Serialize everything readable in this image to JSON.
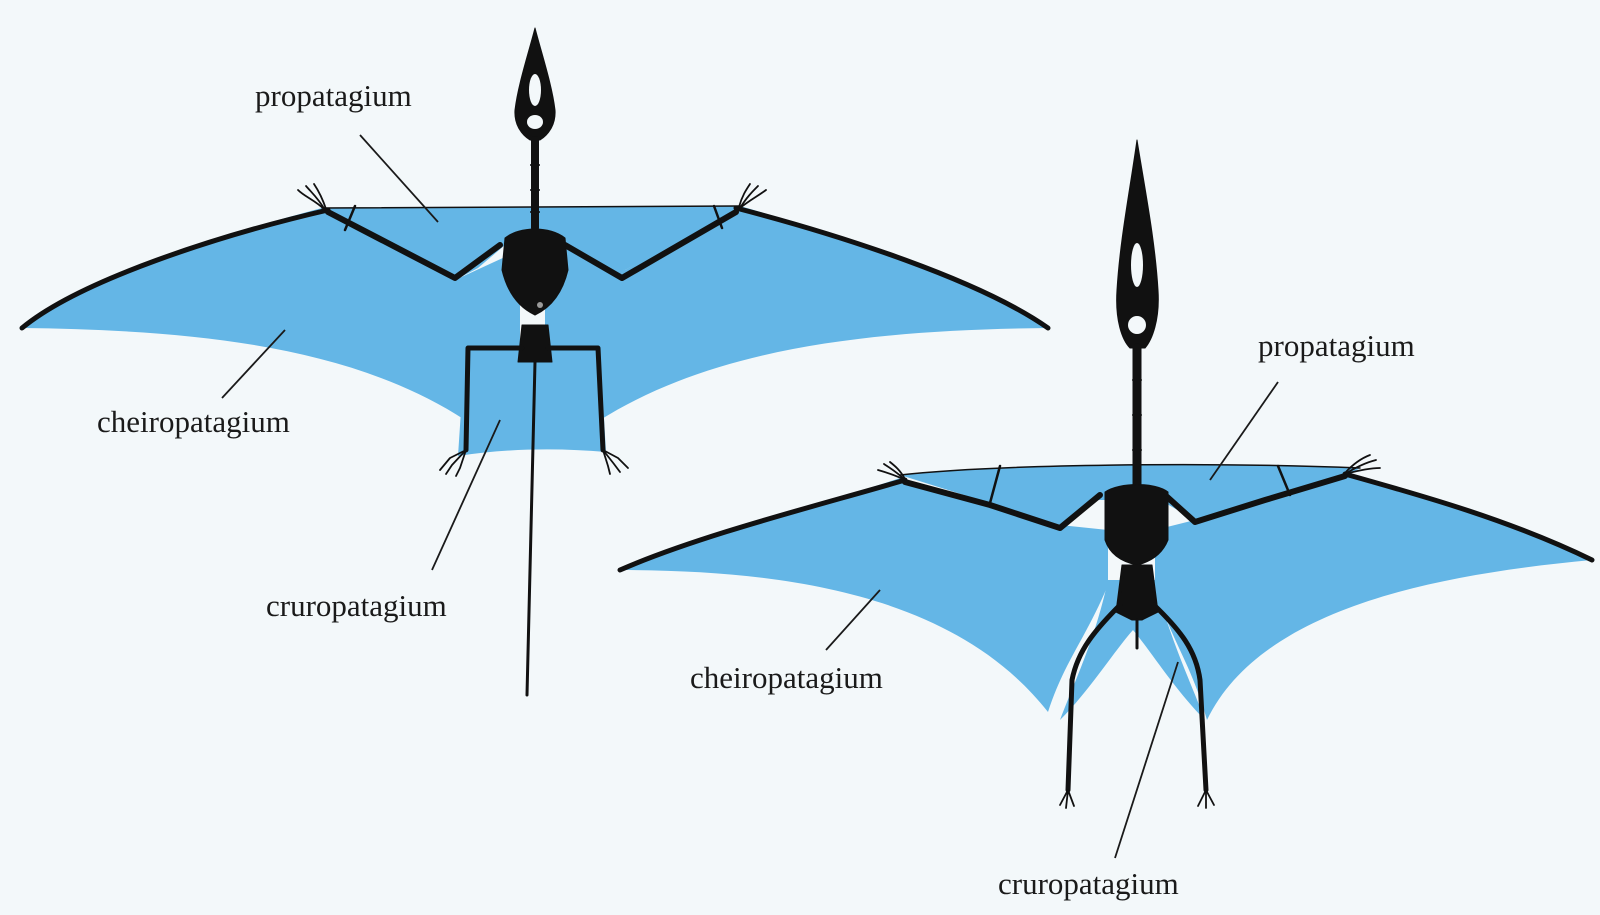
{
  "colors": {
    "background": "#f3f8fa",
    "membrane": "#64b6e6",
    "skeleton": "#111111",
    "text": "#1a1a1a"
  },
  "figures": [
    {
      "labels": {
        "propatagium": "propatagium",
        "cheiropatagium": "cheiropatagium",
        "cruropatagium": "cruropatagium"
      }
    },
    {
      "labels": {
        "propatagium": "propatagium",
        "cheiropatagium": "cheiropatagium",
        "cruropatagium": "cruropatagium"
      }
    }
  ]
}
